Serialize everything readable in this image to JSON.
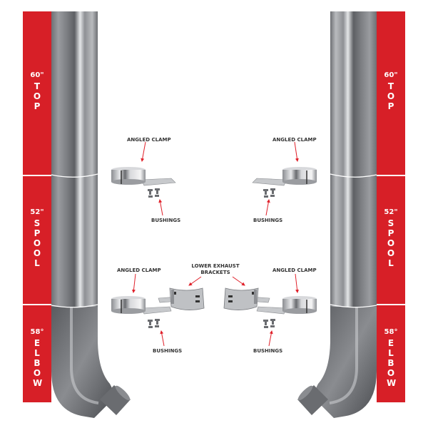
{
  "colors": {
    "accent_red": "#d71f27",
    "pipe_mid": "#8e9094",
    "pipe_dark": "#5d5f63",
    "pipe_light": "#d5d7da",
    "label_text": "#333333",
    "arrow_red": "#e0202a"
  },
  "left_stack": {
    "segments": [
      {
        "measure": "60\"",
        "word": "TOP"
      },
      {
        "measure": "52\"",
        "word": "SPOOL"
      },
      {
        "measure": "58°",
        "word": "ELBOW"
      }
    ]
  },
  "right_stack": {
    "segments": [
      {
        "measure": "60\"",
        "word": "TOP"
      },
      {
        "measure": "52\"",
        "word": "SPOOL"
      },
      {
        "measure": "58°",
        "word": "ELBOW"
      }
    ]
  },
  "callouts": {
    "upper_left_clamp": "ANGLED CLAMP",
    "upper_left_bushings": "BUSHINGS",
    "upper_right_clamp": "ANGLED CLAMP",
    "upper_right_bushings": "BUSHINGS",
    "lower_left_clamp": "ANGLED CLAMP",
    "lower_left_bushings": "BUSHINGS",
    "lower_right_clamp": "ANGLED CLAMP",
    "lower_right_bushings": "BUSHINGS",
    "brackets_line1": "LOWER EXHAUST",
    "brackets_line2": "BRACKETS"
  }
}
